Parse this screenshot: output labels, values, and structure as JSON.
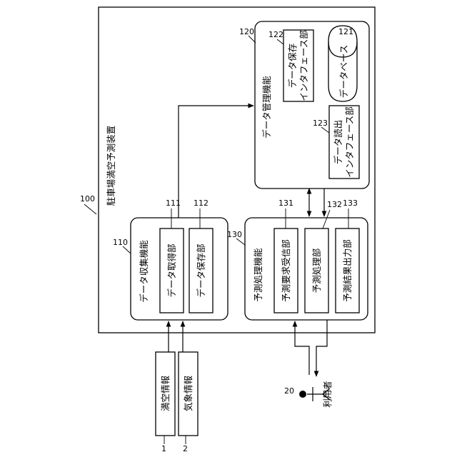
{
  "device": {
    "ref": "100",
    "title": "駐車場満空予測装置"
  },
  "collection": {
    "ref": "110",
    "title": "データ収集機能",
    "acquisition": {
      "ref": "111",
      "label": "データ取得部"
    },
    "storage": {
      "ref": "112",
      "label": "データ保存部"
    }
  },
  "prediction": {
    "ref": "130",
    "title": "予測処理機能",
    "request": {
      "ref": "131",
      "label": "予測要求受信部"
    },
    "processing": {
      "ref": "132",
      "label": "予測処理部"
    },
    "output": {
      "ref": "133",
      "label": "予測結果出力部"
    }
  },
  "data_management": {
    "ref": "120",
    "title": "データ管理機能",
    "database": {
      "ref": "121",
      "label": "データベース"
    },
    "store_if": {
      "ref": "122",
      "line1": "データ保存",
      "line2": "インタフェース部"
    },
    "read_if": {
      "ref": "123",
      "line1": "データ読出",
      "line2": "インタフェース部"
    }
  },
  "inputs": [
    {
      "ref": "1",
      "label": "満空情報"
    },
    {
      "ref": "2",
      "label": "気象情報"
    }
  ],
  "user": {
    "ref": "20",
    "label": "利用者"
  }
}
